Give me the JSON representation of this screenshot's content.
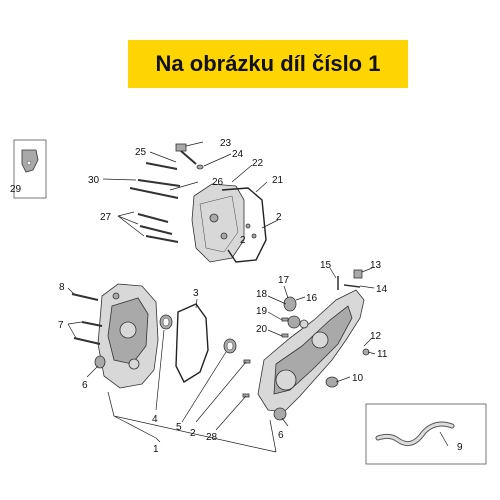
{
  "banner": {
    "text": "Na obrázku díl číslo 1",
    "color": "#ffd500"
  },
  "callouts": [
    "1",
    "2",
    "2",
    "2",
    "3",
    "4",
    "5",
    "6",
    "6",
    "7",
    "8",
    "9",
    "10",
    "11",
    "12",
    "13",
    "14",
    "15",
    "16",
    "17",
    "18",
    "19",
    "20",
    "21",
    "22",
    "23",
    "24",
    "25",
    "26",
    "27",
    "28",
    "29",
    "30"
  ]
}
